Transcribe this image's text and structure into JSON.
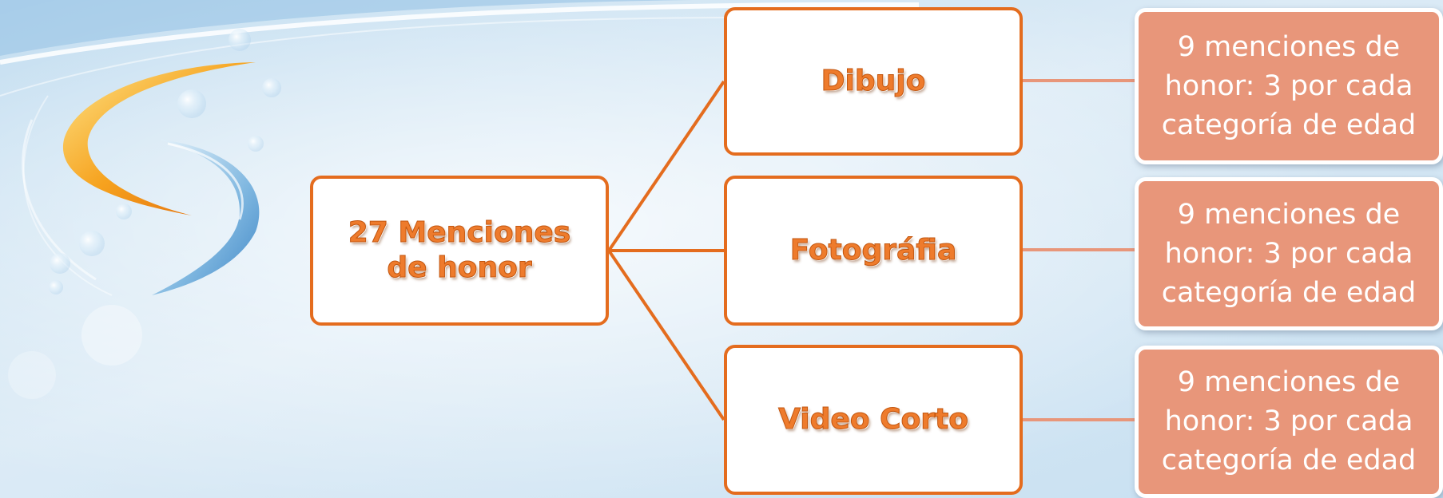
{
  "diagram": {
    "root": {
      "label": "27 Menciones de honor"
    },
    "categories": [
      {
        "label": "Dibujo",
        "detail": "9 menciones de honor: 3 por cada categoría de edad"
      },
      {
        "label": "Fotográfia",
        "detail": "9 menciones de honor: 3 por  cada categoría de edad"
      },
      {
        "label": "Video Corto",
        "detail": "9 menciones de honor: 3 por cada categoría de edad"
      }
    ]
  },
  "colors": {
    "node_border": "#e46c1e",
    "node_text": "#ee7b2c",
    "detail_fill": "#e8967a",
    "connector": "#e46c1e",
    "detail_connector": "#e8967a",
    "background": "#cfe3f2"
  }
}
